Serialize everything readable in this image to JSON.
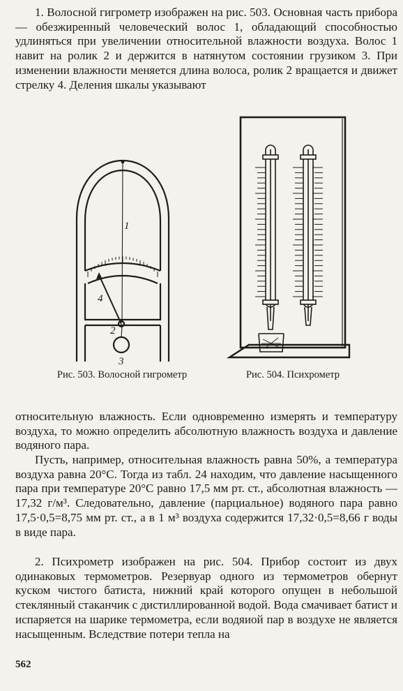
{
  "text": {
    "p1": "1. Волосной гигрометр изображен на рис. 503. Основная часть прибора — обезжиренный человеческий волос 1, обладающий способностью удлиняться при увеличении относительной влажности воздуха. Волос 1 навит на ролик 2 и держится в натянутом состоянии грузиком 3. При изменении влажности меняется длина волоса, ролик 2 вращается и движет стрелку 4. Деления шкалы указывают",
    "p2": "относительную влажность. Если одновременно измерять и температуру воздуха, то можно определить абсолютную влажность воздуха и давление водяного пара.",
    "p3": "Пусть, например, относительная влажность равна 50%, а температура воздуха равна 20°С. Тогда из табл. 24 находим, что давление насыщенного пара при температуре 20°С равно 17,5 мм рт. ст., абсолютная влажность — 17,32 г/м³. Следовательно, давление (парциальное) водяного пара равно 17,5·0,5=8,75 мм рт. ст., а в 1 м³ воздуха содержится 17,32·0,5=8,66 г воды в виде пара.",
    "p4": "2. Психрометр изображен на рис. 504. Прибор состоит из двух одинаковых термометров. Резервуар одного из термометров обернут куском чистого батиста, нижний край которого опущен в небольшой стеклянный стаканчик с дистиллированной водой. Вода смачивает батист и испаряется на шарике термометра, если водяиой пар в воздухе не является насыщенным. Вследствие потери тепла на"
  },
  "figures": {
    "fig503": {
      "caption": "Рис. 503. Волосной гигрометр",
      "labels": {
        "hair": "1",
        "roller": "2",
        "weight": "3",
        "pointer": "4"
      }
    },
    "fig504": {
      "caption": "Рис. 504. Психрометр"
    }
  },
  "page_number": "562"
}
